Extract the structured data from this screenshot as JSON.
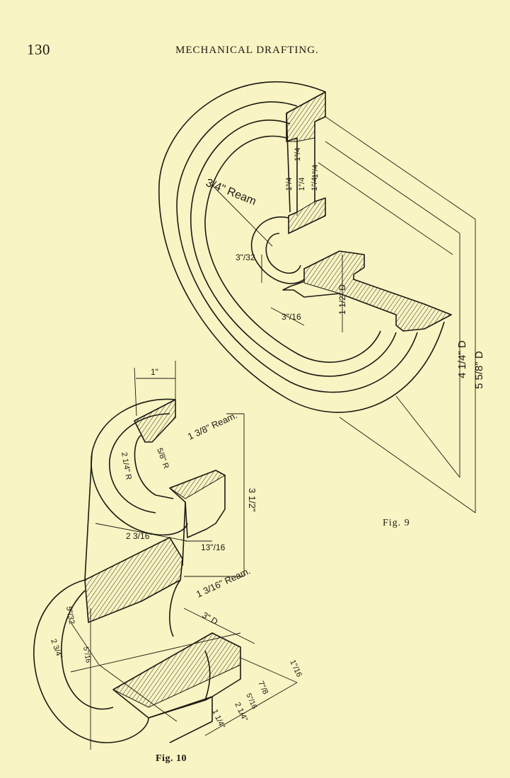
{
  "page": {
    "number": "130",
    "running_head": "MECHANICAL DRAFTING."
  },
  "figure9": {
    "caption": "Fig. 9",
    "labels": {
      "ream": "3/4\" Ream",
      "dim_quarter_a": "1\"/4",
      "dim_quarter_b": "1\"/4",
      "dim_quarter_c": "1\"/4",
      "dim_quarter_d": "1\"/4",
      "dim_quarter_e": "1\"/4",
      "dim_3_32": "3\"/32",
      "dim_3_16": "3\"/16",
      "dim_1_half_d": "1 1/2\" D",
      "dim_4_quarter_d": "4 1/4\" D",
      "dim_5_5_8_d": "5 5/8\" D"
    }
  },
  "figure10": {
    "caption": "Fig. 10",
    "labels": {
      "dim_1": "1\"",
      "dim_13_16_ream_top": "1 3/8\" Ream.",
      "dim_5_8_r": "5/8\" R",
      "dim_2_1_4_r": "2 1/4\" R",
      "dim_3_half": "3 1/2\"",
      "dim_2_3_16": "2 3/16\"",
      "dim_13_16": "13\"/16",
      "dim_13_16_ream_bottom": "1 3/16\" Ream.",
      "dim_3_d": "3\" D",
      "dim_5_32": "5\"/32",
      "dim_2_3_4": "2 3/4\"",
      "dim_5_16": "5\"/16",
      "dim_7_8": "7\"/8",
      "dim_1_16": "1\"/16",
      "dim_11_4": "1 1/4\"",
      "dim_2_1_4": "2 1/4\"",
      "dim_5_16_b": "5\"/16"
    }
  }
}
